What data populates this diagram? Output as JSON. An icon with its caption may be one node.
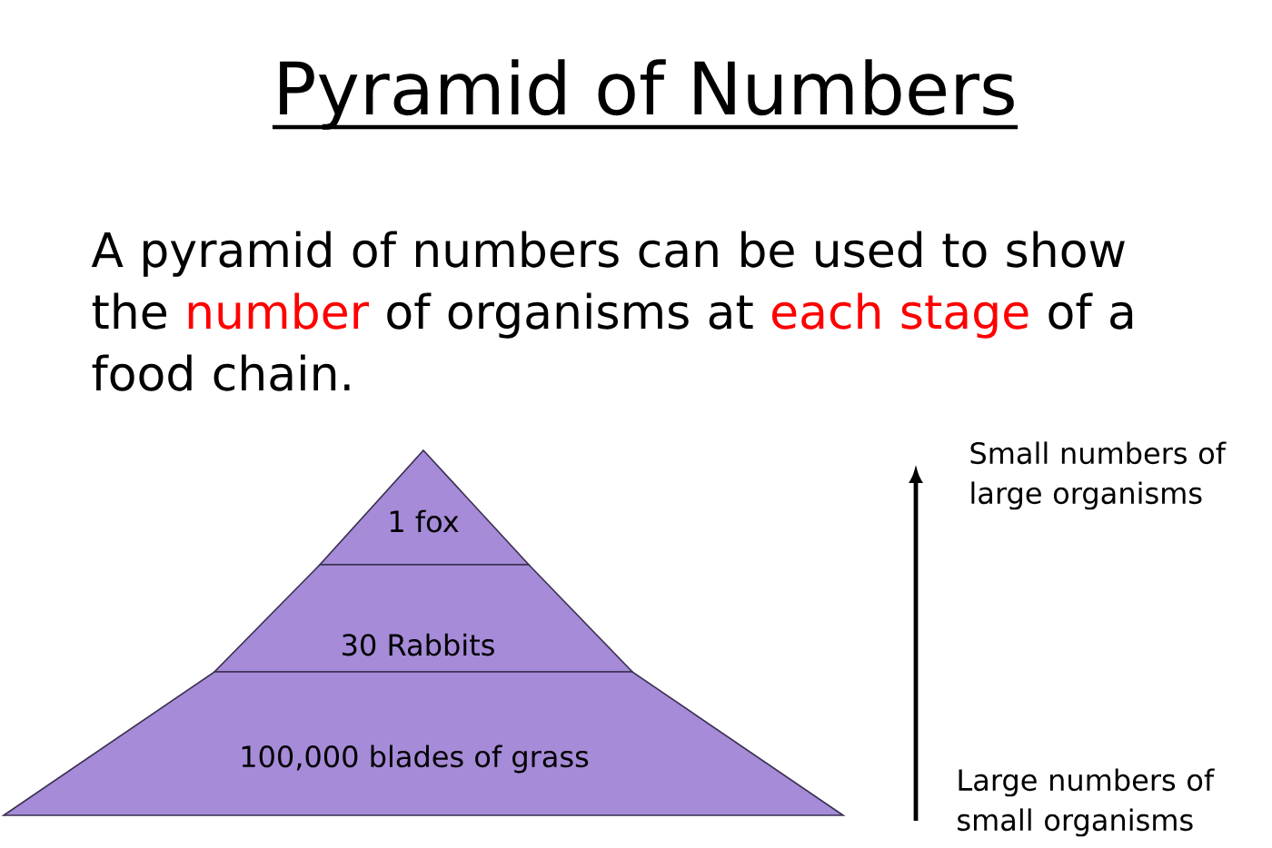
{
  "diagram": {
    "title": "Pyramid of Numbers",
    "nodes": [
      {
        "text": [
          "1 fox"
        ]
      },
      {
        "text": [
          "30 Rabbits"
        ]
      },
      {
        "text": [
          "100,000 blades of grass"
        ]
      }
    ],
    "labels": [
      "A pyramid of numbers can be used to show the number of organisms at each stage of a food chain.",
      "Small numbers of large organisms",
      "Large numbers of small organisms"
    ]
  }
}
